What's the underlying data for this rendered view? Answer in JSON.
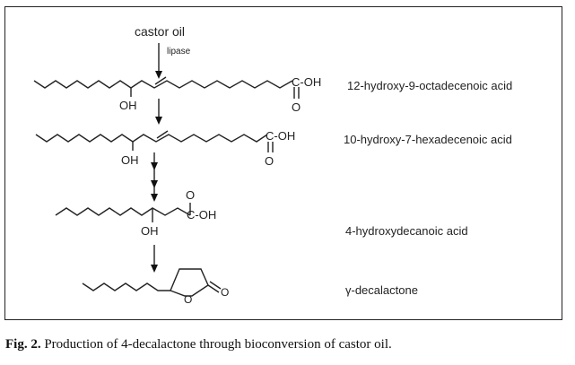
{
  "diagram": {
    "source_label": "castor oil",
    "enzyme_label": "lipase",
    "compounds": [
      {
        "name": "12-hydroxy-9-octadecenoic acid",
        "acid_group": "C-OH",
        "carbonyl_o": "O",
        "hydroxyl": "OH"
      },
      {
        "name": "10-hydroxy-7-hexadecenoic acid",
        "acid_group": "C-OH",
        "carbonyl_o": "O",
        "hydroxyl": "OH"
      },
      {
        "name": "4-hydroxydecanoic acid",
        "acid_group": "C-OH",
        "carbonyl_o": "O",
        "hydroxyl": "OH"
      },
      {
        "name": "γ-decalactone",
        "ring_o": "O",
        "exo_o": "O"
      }
    ]
  },
  "caption": {
    "label": "Fig. 2.",
    "text": " Production of 4-decalactone through bioconversion of castor oil."
  }
}
